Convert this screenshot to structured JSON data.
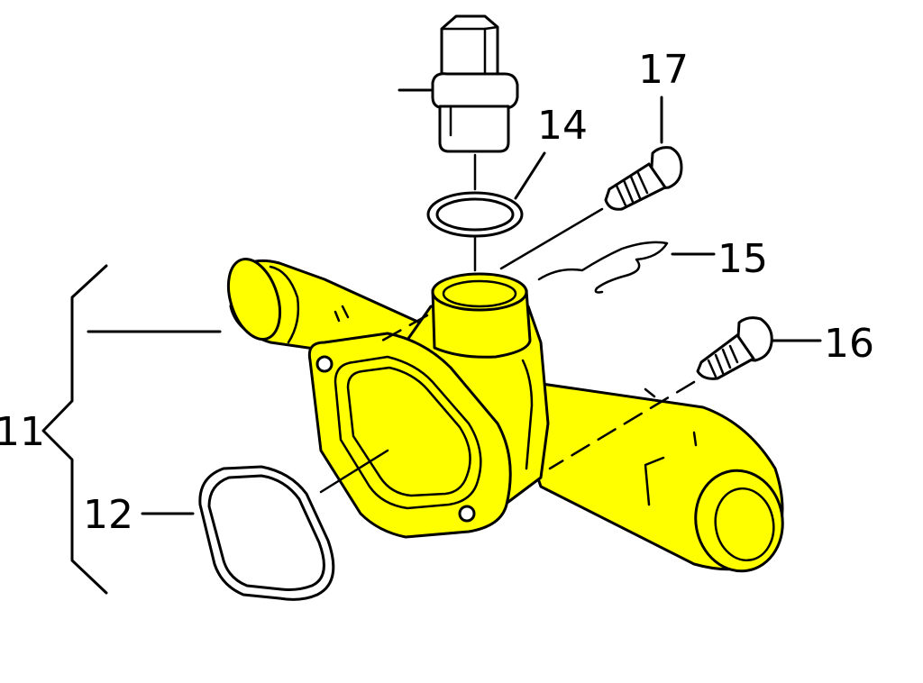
{
  "colors": {
    "part_fill": "#ffff00",
    "line": "#000000",
    "background": "#ffffff"
  },
  "labels": {
    "housing": "11",
    "gasket": "12",
    "seal_ring": "14",
    "clip": "15",
    "bolt_lower": "16",
    "bolt_upper": "17"
  }
}
